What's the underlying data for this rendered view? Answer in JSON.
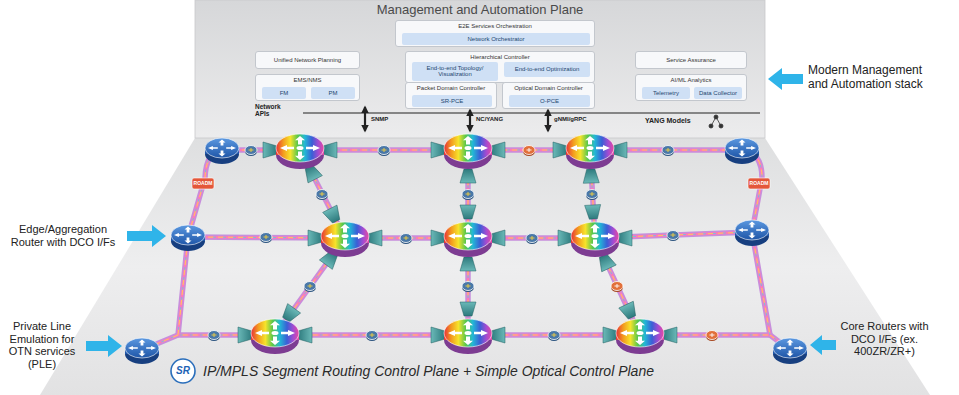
{
  "diagram": {
    "title": "Management and Automation Plane",
    "nodes": [
      {
        "text": [
          "E2E Services Orchestration"
        ]
      },
      {
        "text": [
          "Network Orchestrator"
        ],
        "in": 0
      },
      {
        "text": [
          "Unified Network Planning"
        ]
      },
      {
        "text": [
          "Hierarchical Controller"
        ]
      },
      {
        "text": [
          "End-to-end Topology/ Visualization"
        ],
        "in": 3
      },
      {
        "text": [
          "End-to-end Optimization"
        ],
        "in": 3
      },
      {
        "text": [
          "Service Assurance"
        ]
      },
      {
        "text": [
          "EMS/NMS"
        ]
      },
      {
        "text": [
          "FM"
        ],
        "in": 7
      },
      {
        "text": [
          "PM"
        ],
        "in": 7
      },
      {
        "text": [
          "Packet Domain Controller"
        ]
      },
      {
        "text": [
          "SR-PCE"
        ],
        "in": 10
      },
      {
        "text": [
          "Optical Domain Controller"
        ]
      },
      {
        "text": [
          "O-PCE"
        ],
        "in": 12
      },
      {
        "text": [
          "AI/ML Analytics"
        ]
      },
      {
        "text": [
          "Telemetry"
        ],
        "in": 14
      },
      {
        "text": [
          "Data Collector"
        ],
        "in": 14
      }
    ],
    "labels": [
      "Network APIs",
      "SNMP",
      "NC/YANG",
      "gNMI/gRPC",
      "YANG Models",
      "Modern Management and Automation stack",
      "Edge/Aggregation Router with DCO I/Fs",
      "Private Line Emulation for OTN services (PLE)",
      "Core Routers with DCO I/Fs (ex. 400ZR/ZR+)",
      "SR",
      "IP/MPLS Segment Routing Control Plane + Simple Optical Control Plane",
      "ROADM",
      "ROADM"
    ]
  }
}
